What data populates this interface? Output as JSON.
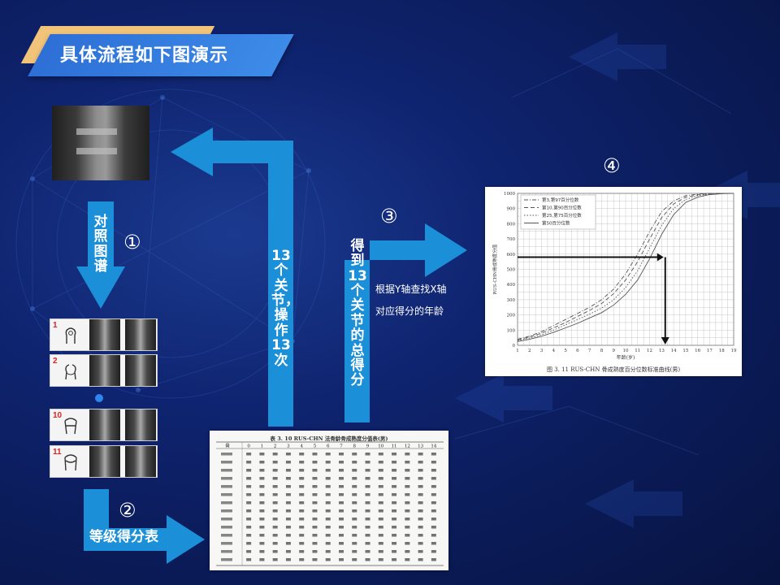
{
  "title": "具体流程如下图演示",
  "steps": {
    "step1": {
      "num": "①",
      "label": "对照图谱"
    },
    "step2": {
      "num": "②",
      "label": "等级得分表"
    },
    "step3": {
      "num": "③",
      "label": "得到13个关节的总得分"
    },
    "step4": {
      "num": "④"
    }
  },
  "loop_label": "13个关节，操作13次",
  "lookup_note": {
    "line1": "根据Y轴查找X轴",
    "line2": "对应得分的年龄"
  },
  "atlas_cards": [
    {
      "num": "1"
    },
    {
      "num": "2"
    },
    {
      "num": "10"
    },
    {
      "num": "11"
    }
  ],
  "colors": {
    "background": "#0f2470",
    "banner": "#3d8be8",
    "banner_accent": "#f2c47a",
    "arrow": "#1b8fd8"
  },
  "chart_data": {
    "type": "line",
    "caption": "图 3. 11  RUS-CHN 骨成熟度百分位数标准曲线(男)",
    "xlabel": "年龄(岁)",
    "ylabel": "RUS-CHN骨成熟度分值",
    "x_ticks": [
      "1",
      "2",
      "3",
      "4",
      "5",
      "6",
      "7",
      "8",
      "9",
      "10",
      "11",
      "12",
      "13",
      "14",
      "15",
      "16",
      "17",
      "18",
      "19"
    ],
    "y_ticks": [
      "0",
      "100",
      "200",
      "300",
      "400",
      "500",
      "600",
      "700",
      "800",
      "900",
      "1000"
    ],
    "xlim": [
      1,
      19
    ],
    "ylim": [
      0,
      1000
    ],
    "legend": [
      "第3,第97百分位数",
      "第10,第90百分位数",
      "第25,第75百分位数",
      "第50百分位数"
    ],
    "lookup_y": 580,
    "lookup_x": 13.3,
    "x": [
      1,
      2,
      3,
      4,
      5,
      6,
      7,
      8,
      9,
      10,
      11,
      12,
      13,
      14,
      15,
      16,
      17,
      18,
      19
    ],
    "series": [
      {
        "name": "第3,第97百分位数",
        "style": "dashdot",
        "values": [
          40,
          60,
          90,
          130,
          170,
          210,
          250,
          300,
          370,
          470,
          600,
          750,
          880,
          950,
          985,
          995,
          1000,
          1000,
          1000
        ]
      },
      {
        "name": "第10,第90百分位数",
        "style": "dash",
        "values": [
          35,
          55,
          80,
          115,
          150,
          190,
          230,
          275,
          340,
          430,
          550,
          700,
          840,
          930,
          975,
          990,
          998,
          1000,
          1000
        ]
      },
      {
        "name": "第25,第75百分位数",
        "style": "dot",
        "values": [
          30,
          48,
          70,
          100,
          135,
          170,
          205,
          245,
          300,
          380,
          490,
          640,
          790,
          900,
          960,
          985,
          995,
          1000,
          1000
        ]
      },
      {
        "name": "第50百分位数",
        "style": "solid",
        "values": [
          25,
          40,
          60,
          85,
          115,
          145,
          180,
          215,
          265,
          335,
          430,
          570,
          730,
          860,
          940,
          975,
          992,
          998,
          1000
        ]
      }
    ]
  },
  "table_data": {
    "caption": "表 3. 10  RUS-CHN 法骨龄骨成熟度分值表(男)",
    "header": [
      "骨",
      "0",
      "1",
      "2",
      "3",
      "4",
      "5",
      "6",
      "7",
      "8",
      "9",
      "10",
      "11",
      "12",
      "13",
      "14"
    ]
  }
}
